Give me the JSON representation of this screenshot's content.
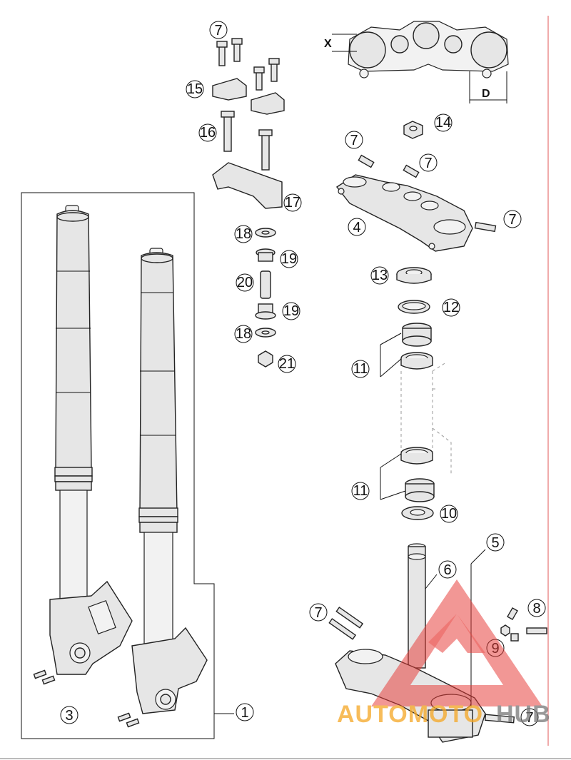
{
  "callouts": [
    {
      "id": "c7-top",
      "label": "7"
    },
    {
      "id": "c15",
      "label": "15"
    },
    {
      "id": "c16",
      "label": "16"
    },
    {
      "id": "c17",
      "label": "17"
    },
    {
      "id": "c18-a",
      "label": "18"
    },
    {
      "id": "c19-a",
      "label": "19"
    },
    {
      "id": "c20",
      "label": "20"
    },
    {
      "id": "c19-b",
      "label": "19"
    },
    {
      "id": "c18-b",
      "label": "18"
    },
    {
      "id": "c21",
      "label": "21"
    },
    {
      "id": "c14",
      "label": "14"
    },
    {
      "id": "c7-b",
      "label": "7"
    },
    {
      "id": "c7-c",
      "label": "7"
    },
    {
      "id": "c4",
      "label": "4"
    },
    {
      "id": "c7-d",
      "label": "7"
    },
    {
      "id": "c13",
      "label": "13"
    },
    {
      "id": "c12",
      "label": "12"
    },
    {
      "id": "c11-a",
      "label": "11"
    },
    {
      "id": "c11-b",
      "label": "11"
    },
    {
      "id": "c10",
      "label": "10"
    },
    {
      "id": "c5",
      "label": "5"
    },
    {
      "id": "c6",
      "label": "6"
    },
    {
      "id": "c8",
      "label": "8"
    },
    {
      "id": "c9",
      "label": "9"
    },
    {
      "id": "c7-e",
      "label": "7"
    },
    {
      "id": "c7-f",
      "label": "7"
    },
    {
      "id": "c3",
      "label": "3"
    },
    {
      "id": "c1",
      "label": "1"
    }
  ],
  "dimensions": {
    "x_label": "X",
    "d_label": "D"
  },
  "watermark": {
    "part1": "AUTOMOTO",
    "part2": "HUB",
    "color_primary": "#e53935",
    "color_secondary": "#f5a623"
  },
  "colors": {
    "border_line": "#e57373"
  }
}
